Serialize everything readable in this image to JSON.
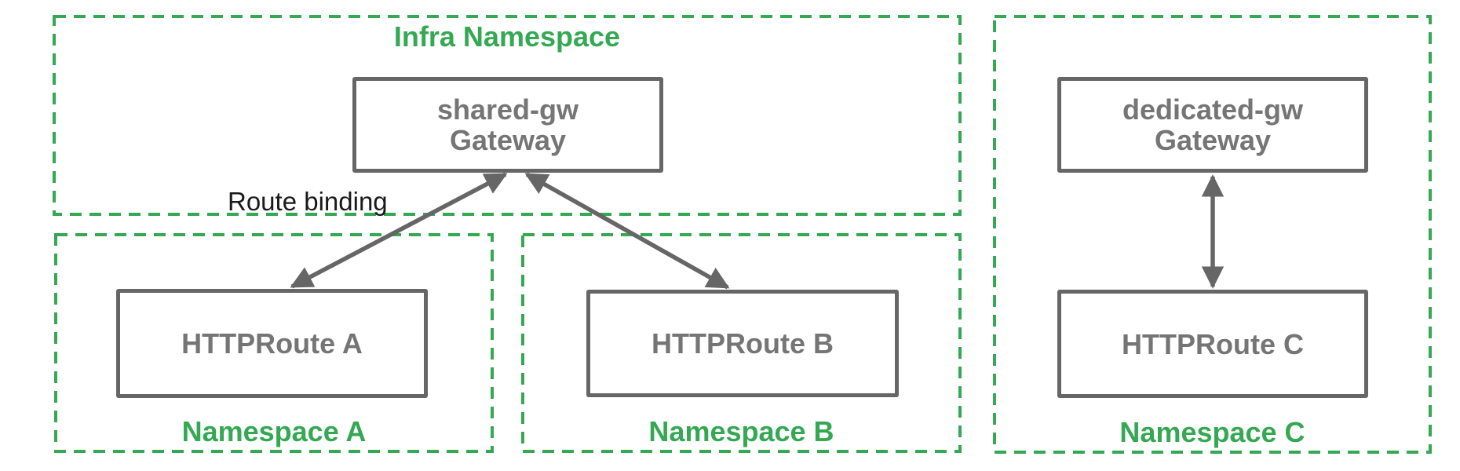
{
  "colors": {
    "namespace_green": "#34a853",
    "node_border_gray": "#666666",
    "node_text_gray": "#757575",
    "arrow_gray": "#666666",
    "edge_label_black": "#1a1a1a"
  },
  "diagram": {
    "edge_label": "Route binding",
    "infra_namespace": {
      "label": "Infra Namespace",
      "gateway": {
        "name": "shared-gw",
        "kind": "Gateway"
      }
    },
    "namespace_a": {
      "label": "Namespace A",
      "route": "HTTPRoute A"
    },
    "namespace_b": {
      "label": "Namespace B",
      "route": "HTTPRoute B"
    },
    "namespace_c": {
      "label": "Namespace C",
      "gateway": {
        "name": "dedicated-gw",
        "kind": "Gateway"
      },
      "route": "HTTPRoute C"
    }
  }
}
